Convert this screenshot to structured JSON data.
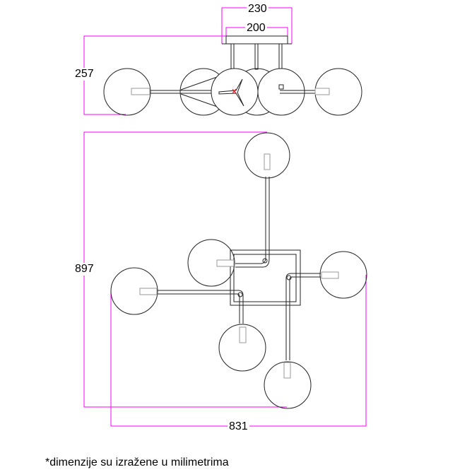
{
  "dimensions": {
    "canopy_outer": "230",
    "canopy_inner": "200",
    "height": "257",
    "length": "897",
    "width": "831"
  },
  "footnote": "*dimenzije su izražene u milimetrima",
  "colors": {
    "dimension_line": "#ff00ff",
    "outline": "#222222",
    "center_mark": "#ff0000"
  }
}
